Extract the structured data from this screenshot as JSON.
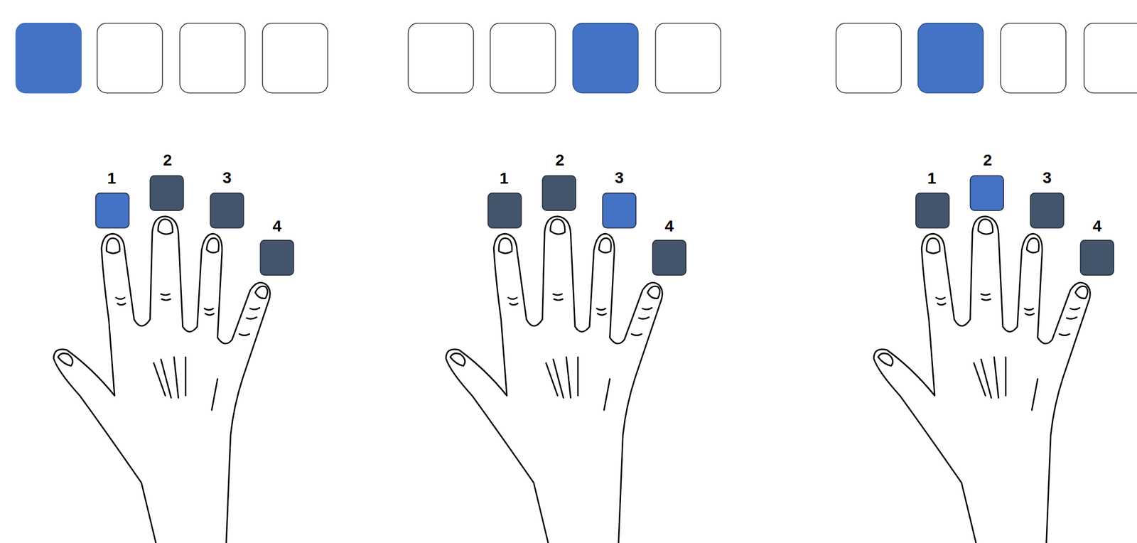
{
  "diagram": {
    "labels": [
      "1",
      "2",
      "3",
      "4",
      "1",
      "2",
      "3",
      "4",
      "1",
      "2",
      "3",
      "4"
    ]
  }
}
